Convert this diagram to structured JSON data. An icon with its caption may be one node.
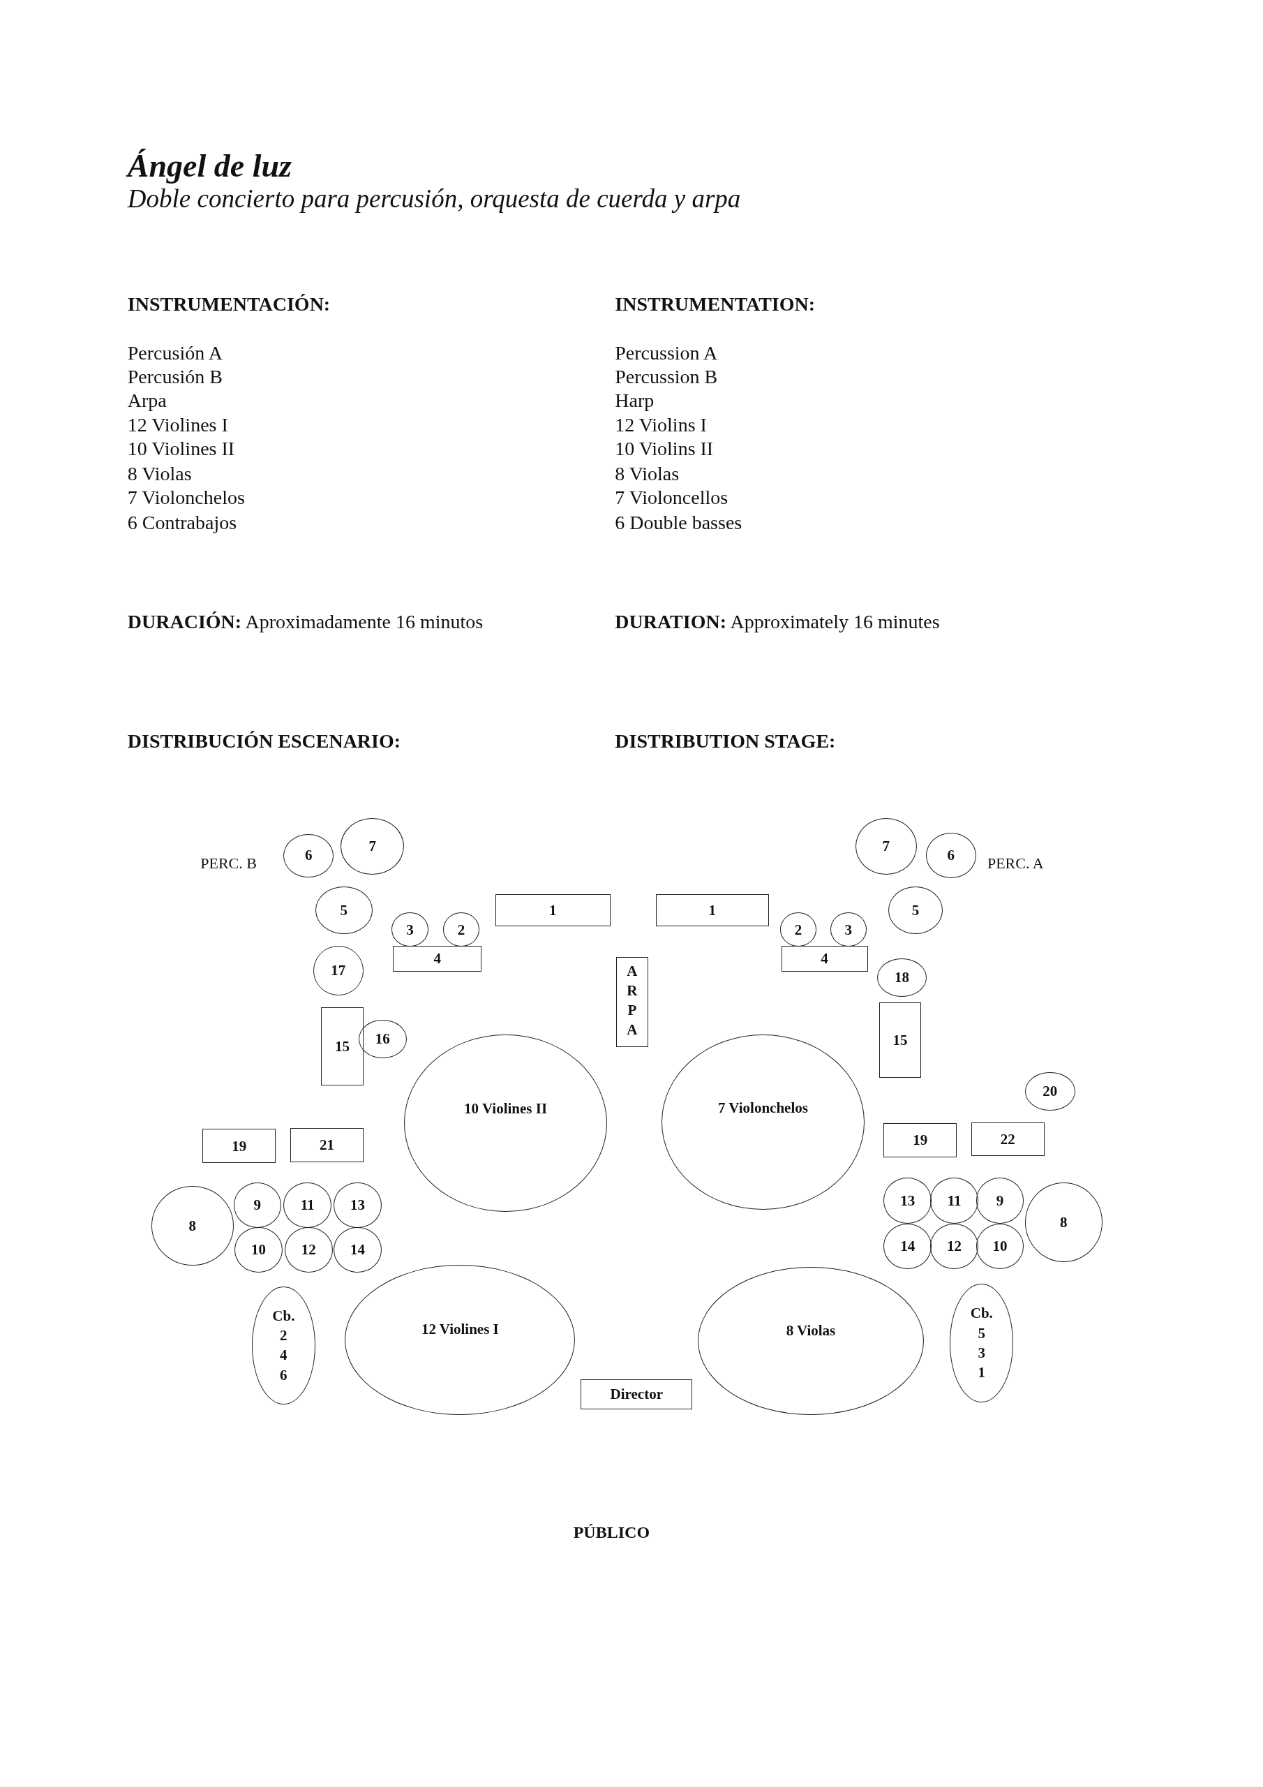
{
  "diagram": {
    "title": "Ángel de luz",
    "nodes": [
      {
        "text": [
          "6"
        ]
      },
      {
        "text": [
          "7"
        ]
      },
      {
        "text": [
          "5"
        ]
      },
      {
        "text": [
          "3"
        ]
      },
      {
        "text": [
          "2"
        ]
      },
      {
        "text": [
          "1"
        ]
      },
      {
        "text": [
          "4"
        ]
      },
      {
        "text": [
          "17"
        ]
      },
      {
        "text": [
          "15"
        ]
      },
      {
        "text": [
          "16"
        ]
      },
      {
        "text": [
          "ARPA"
        ]
      },
      {
        "text": [
          "10 Violines II"
        ]
      },
      {
        "text": [
          "7"
        ]
      },
      {
        "text": [
          "6"
        ]
      },
      {
        "text": [
          "5"
        ]
      },
      {
        "text": [
          "1"
        ]
      },
      {
        "text": [
          "2"
        ]
      },
      {
        "text": [
          "3"
        ]
      },
      {
        "text": [
          "4"
        ]
      },
      {
        "text": [
          "18"
        ]
      },
      {
        "text": [
          "15"
        ]
      },
      {
        "text": [
          "7 Violonchelos"
        ]
      },
      {
        "text": [
          "20"
        ]
      },
      {
        "text": [
          "19"
        ]
      },
      {
        "text": [
          "21"
        ]
      },
      {
        "text": [
          "8"
        ]
      },
      {
        "text": [
          "9"
        ]
      },
      {
        "text": [
          "11"
        ]
      },
      {
        "text": [
          "13"
        ]
      },
      {
        "text": [
          "10"
        ]
      },
      {
        "text": [
          "12"
        ]
      },
      {
        "text": [
          "14"
        ]
      },
      {
        "text": [
          "Cb. 2 4 6"
        ]
      },
      {
        "text": [
          "12 Violines I"
        ]
      },
      {
        "text": [
          "19"
        ]
      },
      {
        "text": [
          "22"
        ]
      },
      {
        "text": [
          "13"
        ]
      },
      {
        "text": [
          "11"
        ]
      },
      {
        "text": [
          "9"
        ]
      },
      {
        "text": [
          "14"
        ]
      },
      {
        "text": [
          "12"
        ]
      },
      {
        "text": [
          "10"
        ]
      },
      {
        "text": [
          "8"
        ]
      },
      {
        "text": [
          "Cb. 5 3 1"
        ]
      },
      {
        "text": [
          "8 Violas"
        ]
      },
      {
        "text": [
          "Director"
        ]
      }
    ],
    "labels": [
      "Doble concierto para percusión, orquesta de cuerda y arpa",
      "INSTRUMENTACIÓN:",
      "Percusión A",
      "Percusión B",
      "Arpa",
      "12 Violines I",
      "10 Violines II",
      "8 Violas",
      "7 Violonchelos",
      "6 Contrabajos",
      "INSTRUMENTATION:",
      "Percussion A",
      "Percussion B",
      "Harp",
      "12 Violins I",
      "10 Violins II",
      "8 Violas",
      "7 Violoncellos",
      "6 Double basses",
      "**DURACIÓN:** Aproximadamente 16 minutos",
      "**DURATION:** Approximately 16 minutes",
      "DISTRIBUCIÓN ESCENARIO:",
      "DISTRIBUTION STAGE:",
      "PERC. B",
      "PERC. A",
      "PÚBLICO"
    ]
  }
}
